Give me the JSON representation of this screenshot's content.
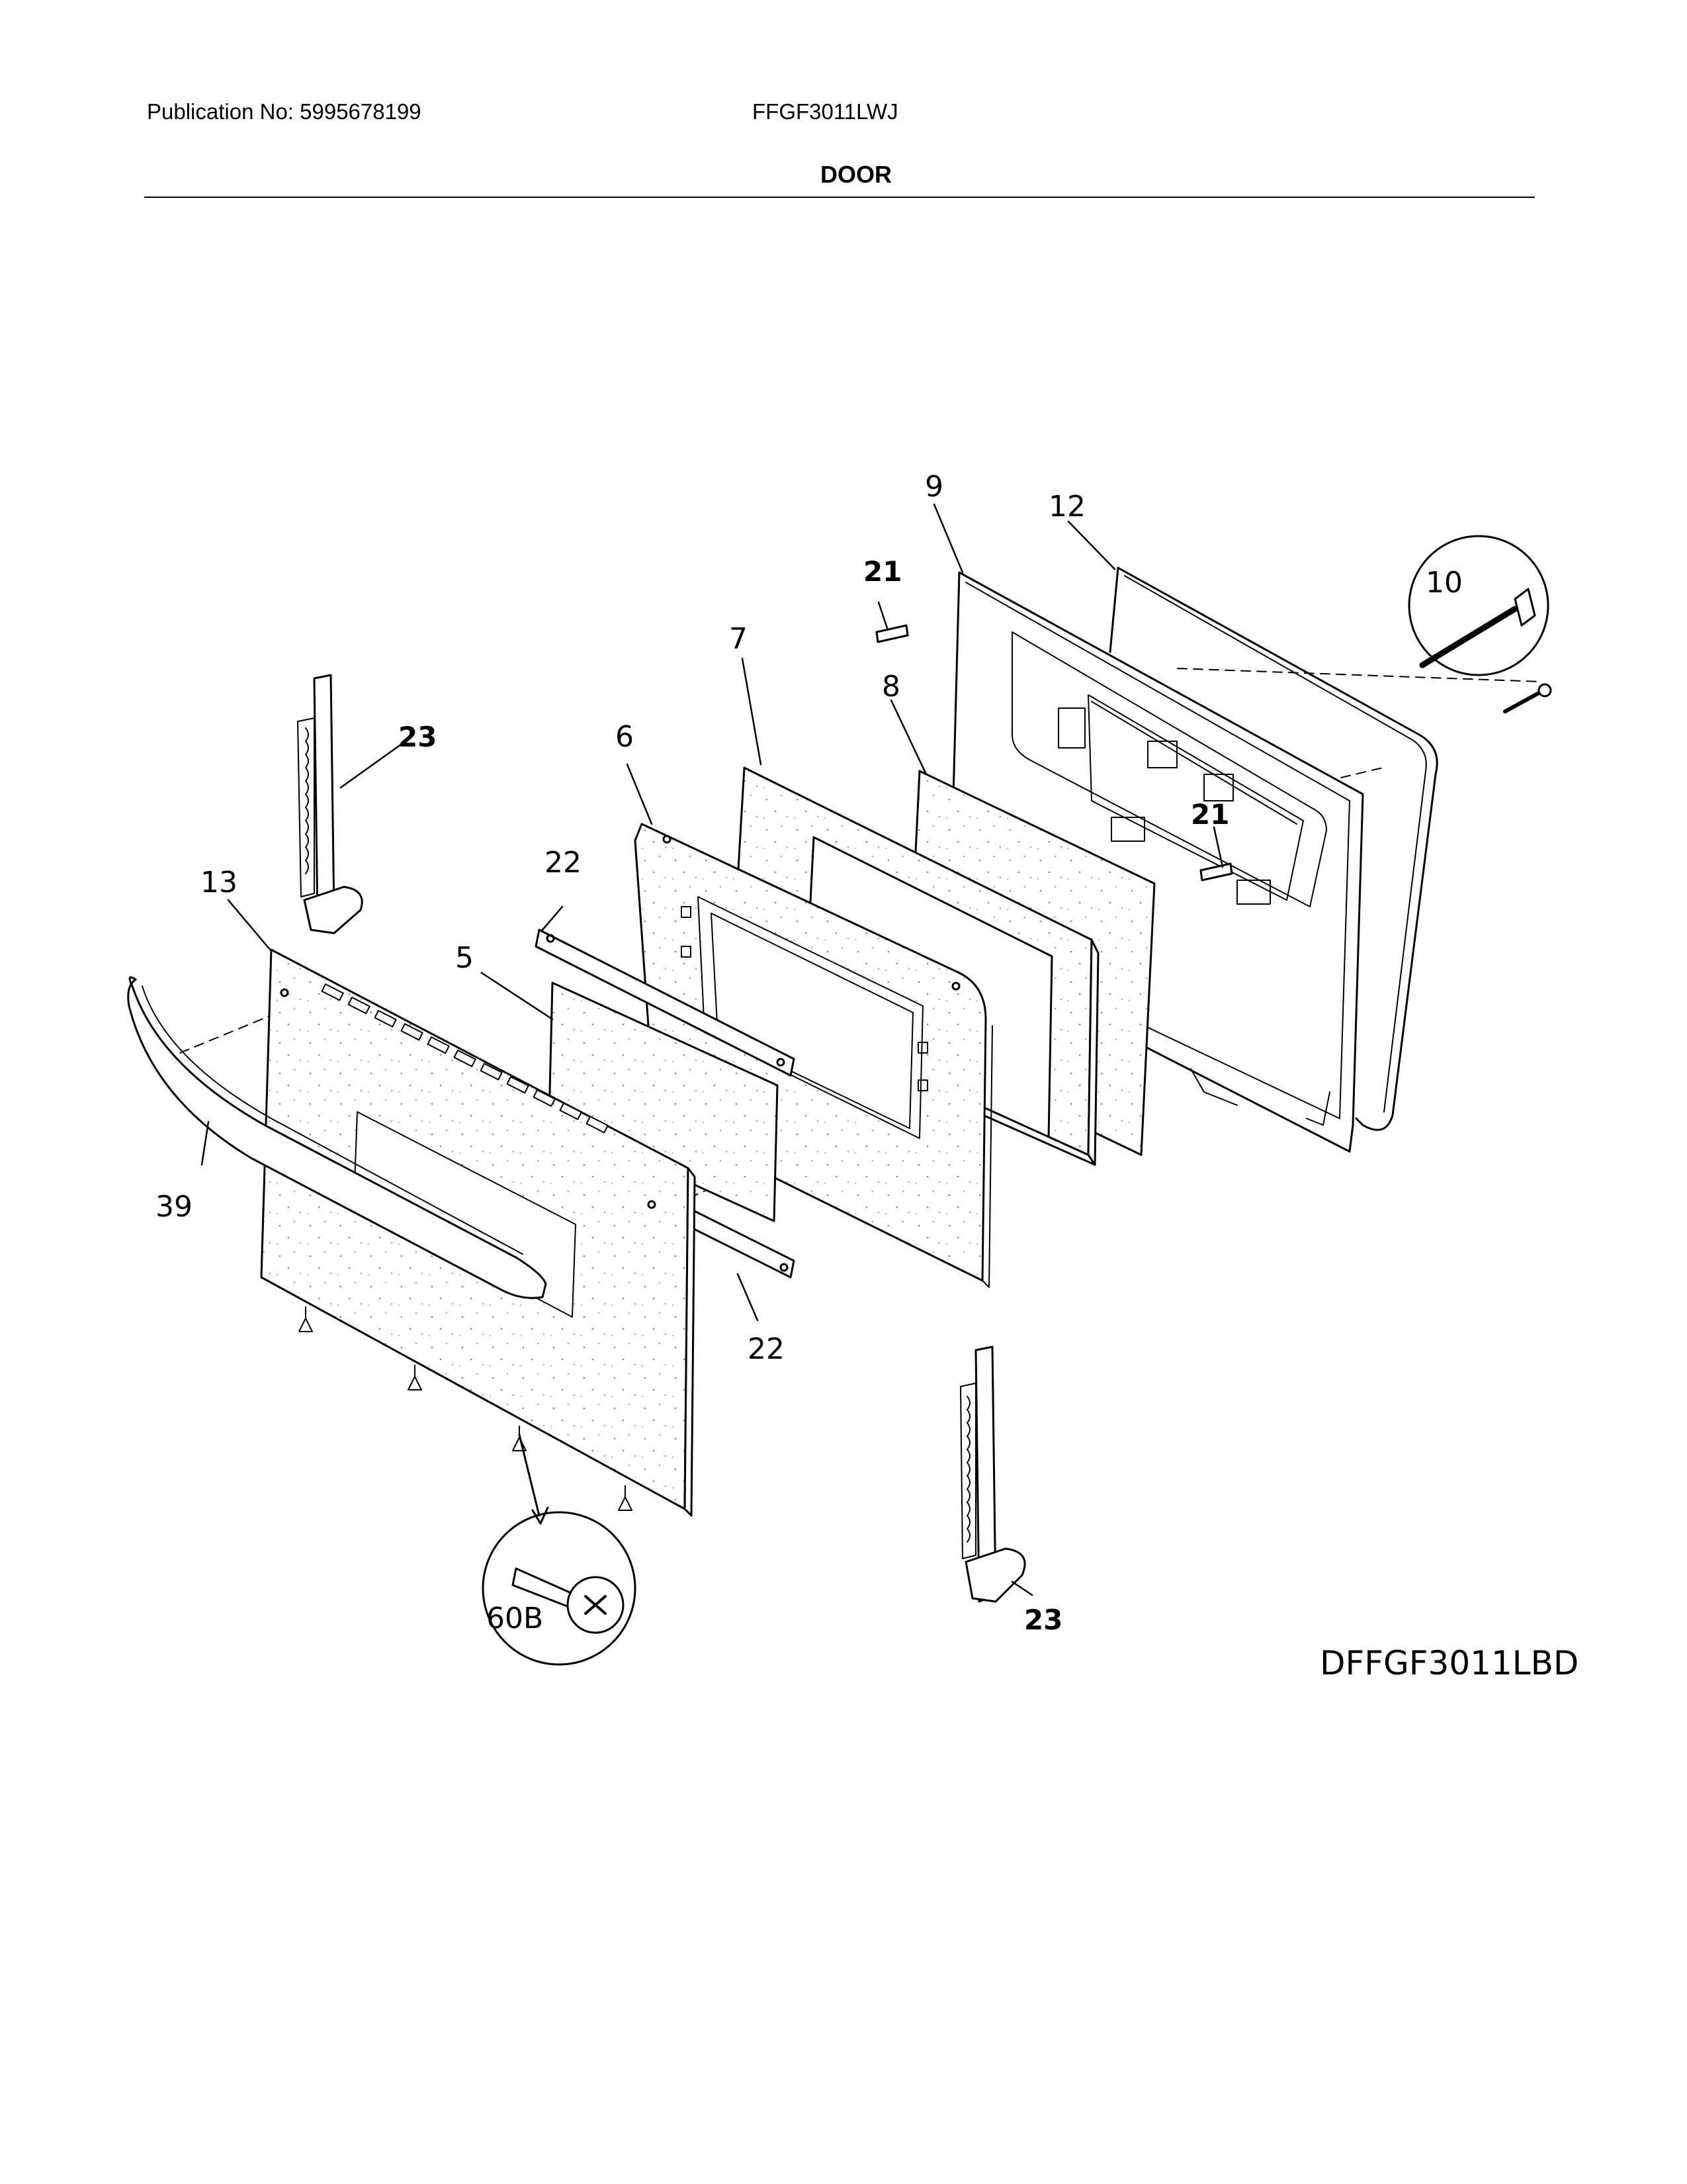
{
  "header": {
    "publication": "Publication No: 5995678199",
    "model": "FFGF3011LWJ",
    "section": "DOOR"
  },
  "diagram_code": "DFFGF3011LBD",
  "callouts": {
    "p5": "5",
    "p6": "6",
    "p7": "7",
    "p8": "8",
    "p9": "9",
    "p10": "10",
    "p12": "12",
    "p13": "13",
    "p21a": "21",
    "p21b": "21",
    "p22a": "22",
    "p22b": "22",
    "p23a": "23",
    "p23b": "23",
    "p39": "39",
    "p60b": "60B"
  }
}
